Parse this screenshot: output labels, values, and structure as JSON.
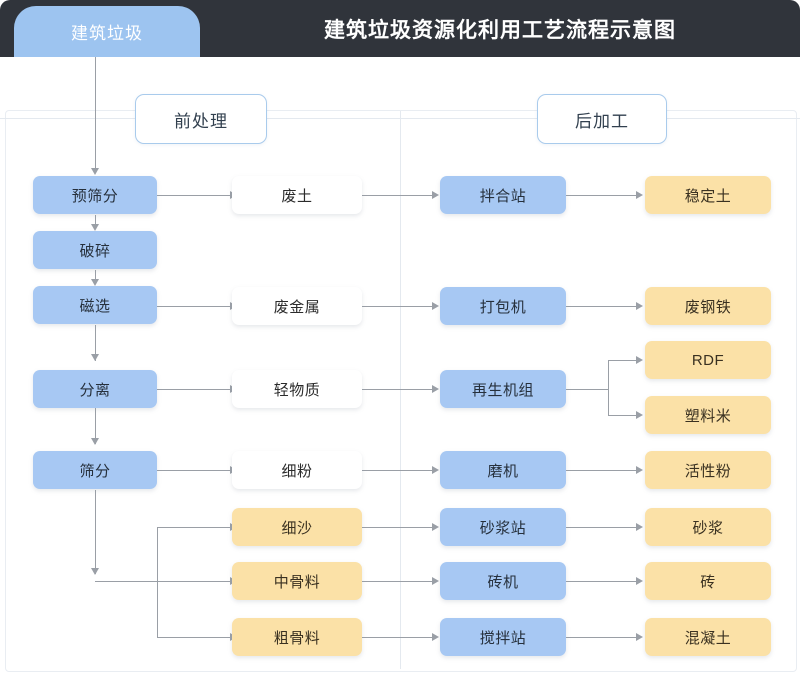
{
  "header": {
    "tab_label": "建筑垃圾",
    "title": "建筑垃圾资源化利用工艺流程示意图",
    "bar_color": "#30343b",
    "tab_color": "#9dc4f0"
  },
  "sections": [
    {
      "id": "pre",
      "label": "前处理"
    },
    {
      "id": "post",
      "label": "后加工"
    }
  ],
  "colors": {
    "process": "#a7c8f3",
    "material": "#ffffff",
    "product": "#fbe1a7",
    "connector": "#9a9fa6",
    "divider": "#e4e9ef"
  },
  "nodes": {
    "process": [
      {
        "id": "presort",
        "label": "预筛分"
      },
      {
        "id": "crush",
        "label": "破碎"
      },
      {
        "id": "magnetic",
        "label": "磁选"
      },
      {
        "id": "separate",
        "label": "分离"
      },
      {
        "id": "screen",
        "label": "筛分"
      }
    ],
    "materials": [
      {
        "id": "waste-soil",
        "label": "废土"
      },
      {
        "id": "waste-metal",
        "label": "废金属"
      },
      {
        "id": "light-mat",
        "label": "轻物质"
      },
      {
        "id": "fine-powder",
        "label": "细粉"
      },
      {
        "id": "fine-sand",
        "label": "细沙"
      },
      {
        "id": "mid-agg",
        "label": "中骨料"
      },
      {
        "id": "coarse-agg",
        "label": "粗骨料"
      }
    ],
    "machines": [
      {
        "id": "mixing-station",
        "label": "拌合站"
      },
      {
        "id": "baler",
        "label": "打包机"
      },
      {
        "id": "regen-unit",
        "label": "再生机组"
      },
      {
        "id": "mill",
        "label": "磨机"
      },
      {
        "id": "mortar-station",
        "label": "砂浆站"
      },
      {
        "id": "brick-machine",
        "label": "砖机"
      },
      {
        "id": "concrete-station",
        "label": "搅拌站"
      }
    ],
    "products": [
      {
        "id": "stabilized-soil",
        "label": "稳定土"
      },
      {
        "id": "scrap-steel",
        "label": "废钢铁"
      },
      {
        "id": "rdf",
        "label": "RDF"
      },
      {
        "id": "plastic-pellet",
        "label": "塑料米"
      },
      {
        "id": "active-powder",
        "label": "活性粉"
      },
      {
        "id": "mortar",
        "label": "砂浆"
      },
      {
        "id": "brick",
        "label": "砖"
      },
      {
        "id": "concrete",
        "label": "混凝土"
      }
    ]
  }
}
